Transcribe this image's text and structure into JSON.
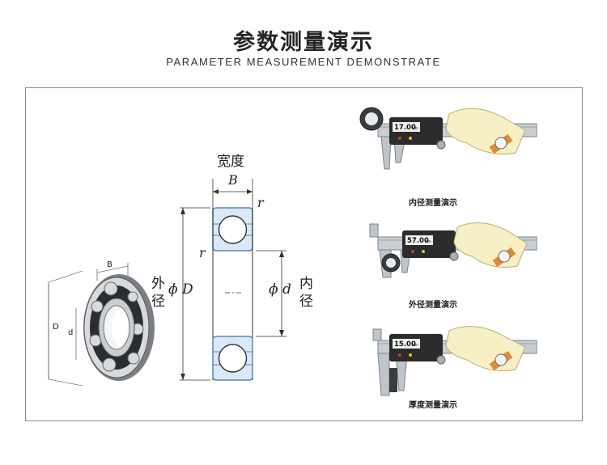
{
  "header": {
    "title": "参数测量演示",
    "subtitle": "PARAMETER MEASUREMENT DEMONSTRATE"
  },
  "diagram": {
    "width_label": "宽度",
    "B": "B",
    "r_top": "r",
    "r_inner": "r",
    "outer_cn_1": "外",
    "outer_cn_2": "径",
    "outer_symbol": "ϕ D",
    "inner_symbol": "ϕ d",
    "inner_cn_1": "内",
    "inner_cn_2": "径",
    "iso_B": "B",
    "iso_D": "D",
    "iso_d": "d"
  },
  "demos": [
    {
      "caption": "内径测量演示",
      "reading": "17.00",
      "unit": "mm"
    },
    {
      "caption": "外径测量演示",
      "reading": "57.00",
      "unit": "mm"
    },
    {
      "caption": "厚度测量演示",
      "reading": "15.00",
      "unit": "mm"
    }
  ],
  "colors": {
    "bearing_fill": "#dbe9f6",
    "bearing_stroke": "#5b87b8",
    "caliper_steel": "#c9ced3",
    "glove": "#f6f0c4",
    "watch_strap": "#e08a3a"
  }
}
